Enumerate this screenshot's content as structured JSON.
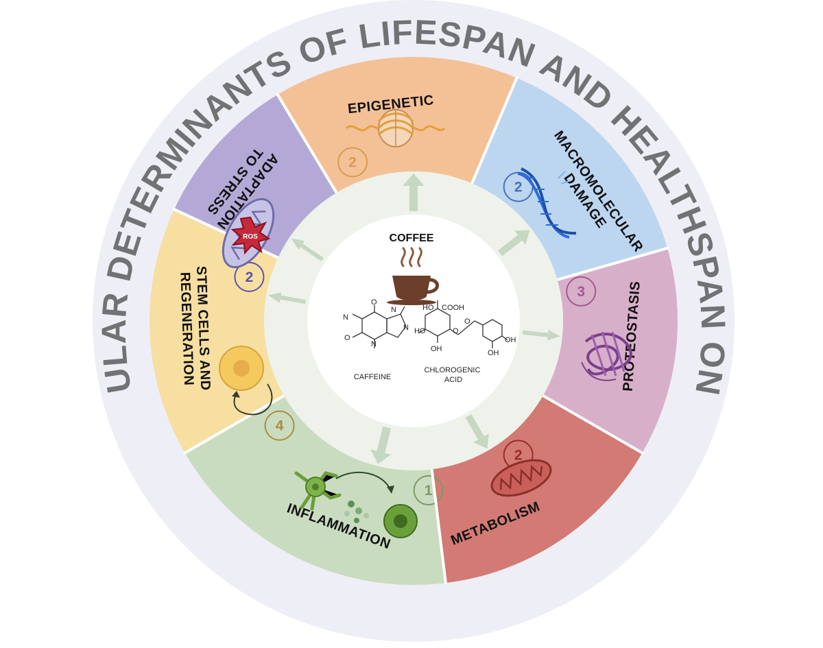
{
  "title": "MOLECULAR DETERMINANTS OF LIFESPAN AND HEALTHSPAN ON AGING",
  "center": {
    "heading": "COFFEE",
    "compounds": [
      "CAFFEINE",
      "CHLOROGENIC ACID"
    ]
  },
  "sectors": [
    {
      "key": "epigenetic",
      "label": [
        "EPIGENETIC"
      ],
      "badge": "2",
      "color": "#f4c196",
      "badge_color": "#d99a50"
    },
    {
      "key": "macromolecular",
      "label": [
        "MACROMOLECULAR",
        "DAMAGE"
      ],
      "badge": "2",
      "color": "#bcd6f0",
      "badge_color": "#4b6fb8"
    },
    {
      "key": "proteostasis",
      "label": [
        "PROTEOSTASIS"
      ],
      "badge": "3",
      "color": "#d8afc9",
      "badge_color": "#a05a92"
    },
    {
      "key": "metabolism",
      "label": [
        "METABOLISM"
      ],
      "badge": "2",
      "color": "#d27a73",
      "badge_color": "#9a2c2a"
    },
    {
      "key": "inflammation",
      "label": [
        "INFLAMMATION"
      ],
      "badge": "1",
      "color": "#c9dcc0",
      "badge_color": "#7a9a6a"
    },
    {
      "key": "stem",
      "label": [
        "STEM CELLS AND",
        "REGENERATION"
      ],
      "badge": "4",
      "color": "#f7dfa1",
      "badge_color": "#b08a3a"
    },
    {
      "key": "adaptation",
      "label": [
        "ADAPTATION",
        "TO STRESS"
      ],
      "badge": "2",
      "color": "#b4a9d6",
      "badge_color": "#5a54a8"
    }
  ],
  "icons": {
    "epigenetic": "nucleosome-icon",
    "macromolecular": "dna-icon",
    "proteostasis": "protein-icon",
    "metabolism": "mitochondrion-icon",
    "inflammation": "immune-cell-icon",
    "stem": "stem-cell-icon",
    "adaptation": "ros-mitochondrion-icon",
    "ros_text": "ROS"
  },
  "colors": {
    "outer_ring": "#eeeef6",
    "title": "#6f7374",
    "inner_ring": "#eef2ea",
    "arrow": "#c6d7c2",
    "center": "#ffffff",
    "coffee": "#6b3f2a"
  }
}
